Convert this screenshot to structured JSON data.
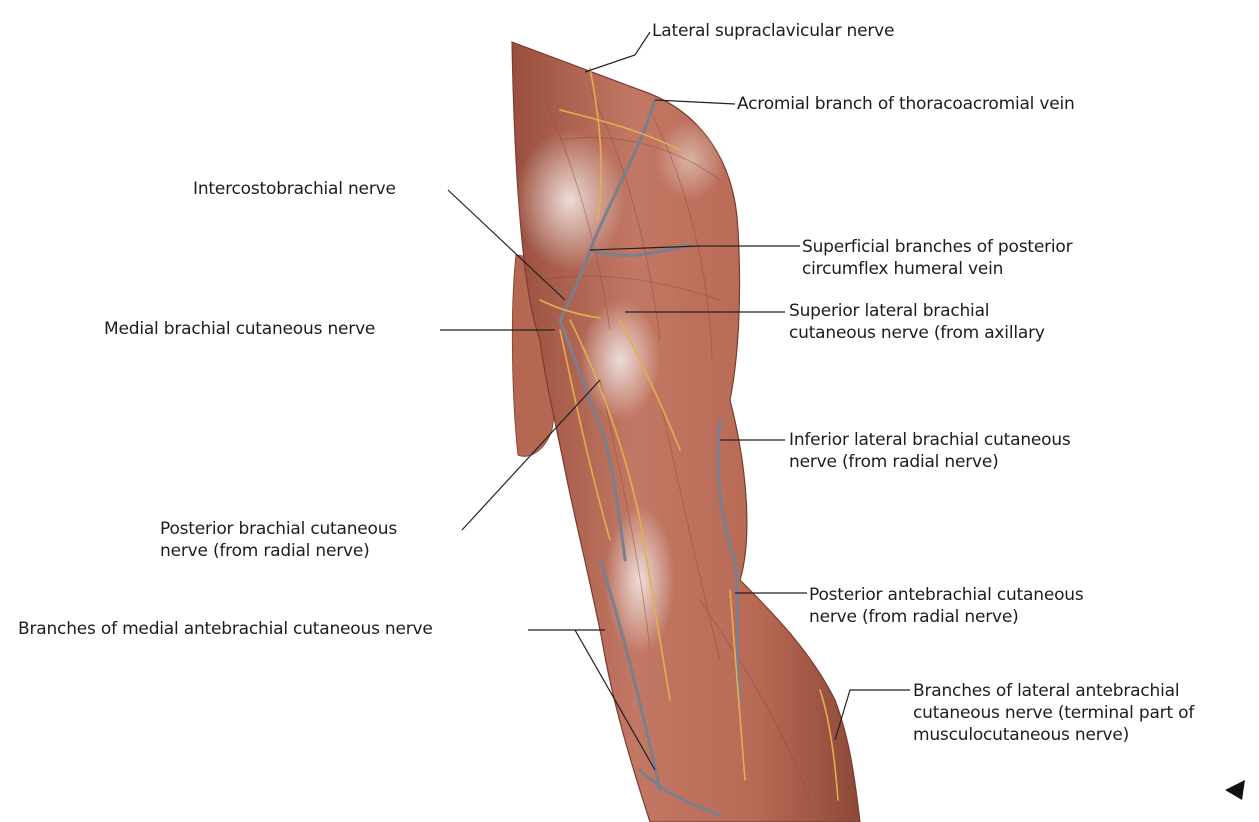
{
  "labels": {
    "lateral_supraclavicular": "Lateral supraclavicular nerve",
    "acromial_branch": "Acromial branch of thoracoacromial vein",
    "intercostobrachial": "Intercostobrachial nerve",
    "superficial_branches": [
      "Superficial branches of posterior",
      "circumflex humeral vein"
    ],
    "medial_brachial": "Medial brachial cutaneous nerve",
    "superior_lateral_brachial": [
      "Superior lateral brachial",
      "cutaneous nerve (from axillary"
    ],
    "inferior_lateral_brachial": [
      "Inferior lateral brachial cutaneous",
      "nerve (from radial nerve)"
    ],
    "posterior_brachial": [
      "Posterior brachial cutaneous",
      "nerve (from radial nerve)"
    ],
    "posterior_antebrachial": [
      "Posterior antebrachial cutaneous",
      "nerve (from radial nerve)"
    ],
    "medial_antebrachial": "Branches of medial antebrachial cutaneous nerve",
    "lateral_antebrachial": [
      "Branches of lateral antebrachial",
      "cutaneous nerve (terminal part of",
      "musculocutaneous nerve)"
    ]
  },
  "colors": {
    "muscle": "#b86a55",
    "muscle_dark": "#8e4838",
    "highlight": "#e8d4d0",
    "nerve": "#e0b050",
    "vein": "#7a7f8e",
    "leader": "#222222"
  }
}
